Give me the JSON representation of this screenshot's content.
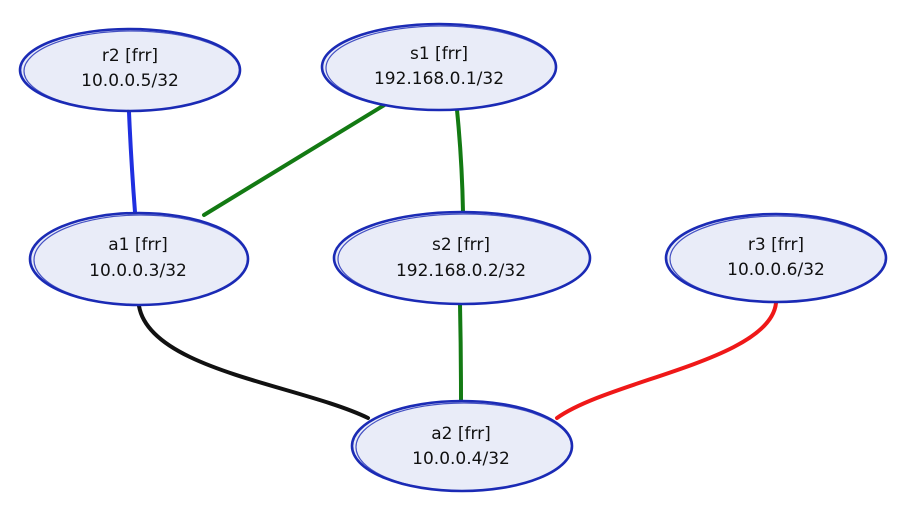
{
  "colors": {
    "node_fill": "#e9ecf8",
    "node_stroke": "#1b2bb5",
    "link_blue": "#1f2fe0",
    "link_green": "#137a13",
    "link_black": "#111111",
    "link_red": "#ef1818"
  },
  "nodes": [
    {
      "id": "r2",
      "label": "r2 [frr]",
      "address": "10.0.0.5/32"
    },
    {
      "id": "s1",
      "label": "s1 [frr]",
      "address": "192.168.0.1/32"
    },
    {
      "id": "a1",
      "label": "a1 [frr]",
      "address": "10.0.0.3/32"
    },
    {
      "id": "s2",
      "label": "s2 [frr]",
      "address": "192.168.0.2/32"
    },
    {
      "id": "r3",
      "label": "r3 [frr]",
      "address": "10.0.0.6/32"
    },
    {
      "id": "a2",
      "label": "a2 [frr]",
      "address": "10.0.0.4/32"
    }
  ],
  "links": [
    {
      "from": "r2",
      "to": "a1",
      "color": "link_blue"
    },
    {
      "from": "s1",
      "to": "a1",
      "color": "link_green"
    },
    {
      "from": "s1",
      "to": "s2",
      "color": "link_green"
    },
    {
      "from": "s2",
      "to": "a2",
      "color": "link_green"
    },
    {
      "from": "a1",
      "to": "a2",
      "color": "link_black"
    },
    {
      "from": "r3",
      "to": "a2",
      "color": "link_red"
    }
  ]
}
